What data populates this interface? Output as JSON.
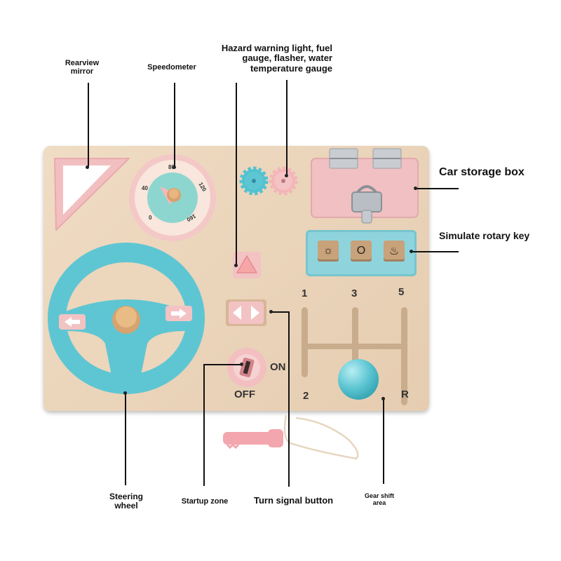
{
  "labels": {
    "rearview_mirror": "Rearview mirror",
    "speedometer": "Speedometer",
    "hazard": "Hazard warning light, fuel gauge, flasher, water temperature gauge",
    "storage_box": "Car storage box",
    "rotary_key": "Simulate rotary key",
    "steering_wheel": "Steering wheel",
    "startup_zone": "Startup zone",
    "turn_signal": "Turn signal button",
    "gear_shift": "Gear shift area"
  },
  "board": {
    "speedometer_ticks": [
      "80",
      "40",
      "120",
      "0",
      "160"
    ],
    "ignition": {
      "on": "ON",
      "off": "OFF"
    },
    "gear_numbers": [
      "1",
      "3",
      "5",
      "2",
      "R"
    ],
    "rotary_symbols": [
      "☼",
      "O",
      "♨"
    ]
  },
  "colors": {
    "wood": "#ecd6bc",
    "pink": "#f3c3c4",
    "teal": "#5ec6d3"
  }
}
